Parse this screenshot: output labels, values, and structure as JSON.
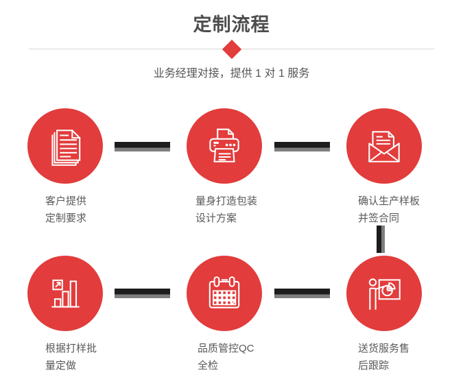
{
  "page": {
    "title": "定制流程",
    "subtitle": "业务经理对接，提供 1 对 1 服务"
  },
  "colors": {
    "accent_red": "#e23c3c",
    "title_gray": "#4d4d4d",
    "text_gray": "#595959",
    "divider_gray": "#d8d8d8",
    "connector_black": "#1c1c1c",
    "connector_gray": "#7e7e7e"
  },
  "steps": [
    {
      "icon": "documents-icon",
      "label_line1": "客户提供",
      "label_line2": "定制要求"
    },
    {
      "icon": "printer-icon",
      "label_line1": "量身打造包装",
      "label_line2": "设计方案"
    },
    {
      "icon": "envelope-letter-icon",
      "label_line1": "确认生产样板",
      "label_line2": "并签合同"
    },
    {
      "icon": "bar-chart-icon",
      "label_line1": "根据打样批",
      "label_line2": "量定做"
    },
    {
      "icon": "calendar-icon",
      "label_line1": "品质管控QC",
      "label_line2": "全检"
    },
    {
      "icon": "presentation-icon",
      "label_line1": "送货服务售",
      "label_line2": "后跟踪"
    }
  ]
}
